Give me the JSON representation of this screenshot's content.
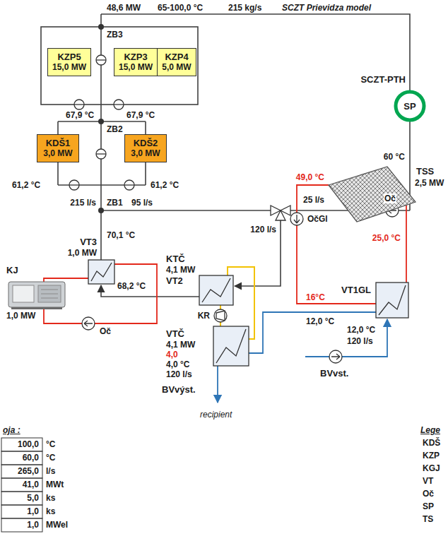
{
  "diagram": {
    "title": "SCZT Prievidza model",
    "nodes": [
      {
        "text": [
          "KZP5",
          "15,0 MW"
        ]
      },
      {
        "text": [
          "KZP3",
          "15,0 MW"
        ]
      },
      {
        "text": [
          "KZP4",
          "5,0 MW"
        ]
      },
      {
        "text": [
          "SP"
        ]
      },
      {
        "text": [
          "KDŠ1",
          "3,0 MW"
        ]
      },
      {
        "text": [
          "KDŠ2",
          "3,0 MW"
        ]
      }
    ],
    "labels": [
      "48,6 MW",
      "65-100,0 °C",
      "215 kg/s",
      "ZB3",
      "SCZT-PTH",
      "67,9 °C",
      "67,9 °C",
      "ZB2",
      "60 °C",
      "61,2 °C",
      "61,2 °C",
      "215 l/s",
      "ZB1",
      "95 l/s",
      "Oč",
      "120 l/s",
      "70,1 °C",
      "49,0 °C",
      "TSS",
      "2,5 MW",
      "25 l/s",
      "OčGl",
      "VT3",
      "1,0 MW",
      "KJ",
      "KTČ",
      "4,1 MW",
      "68,2 °C",
      "25,0 °C",
      "VT2",
      "VT1GL",
      "16°C",
      "1,0 MW",
      "KR",
      "12,0 °C",
      "Oč",
      "12,0 °C",
      "VTČ",
      "120 l/s",
      "4,1 MW",
      "4,0",
      "4,0 °C",
      "120 l/s",
      "BVvýst.",
      "BVvst.",
      "recipient",
      "oja :",
      "Lege",
      "100,0",
      "°C",
      "60,0",
      "°C",
      "265,0",
      "l/s",
      "41,0",
      "MWt",
      "5,0",
      "ks",
      "1,0",
      "ks",
      "1,0",
      "MWel"
    ],
    "legend": [
      {
        "text": "KDŠ"
      },
      {
        "text": "KZP"
      },
      {
        "text": "KGJ"
      },
      {
        "text": "VT"
      },
      {
        "text": "Oč"
      },
      {
        "text": "SP"
      },
      {
        "text": "TS"
      }
    ]
  }
}
